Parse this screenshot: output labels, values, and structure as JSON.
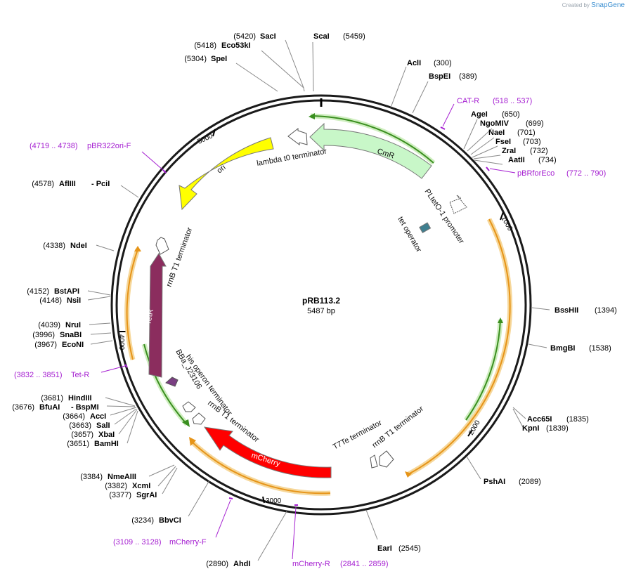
{
  "watermark": {
    "prefix": "Created by",
    "brand": "SnapGene"
  },
  "plasmid": {
    "name": "pRB113.2",
    "length": "5487 bp"
  },
  "ticks": [
    "1000",
    "2000",
    "3000",
    "4000",
    "5000"
  ],
  "sites": [
    {
      "name": "SacI",
      "pos": "(5420)"
    },
    {
      "name": "Eco53kI",
      "pos": "(5418)"
    },
    {
      "name": "SpeI",
      "pos": "(5304)"
    },
    {
      "name": "ScaI",
      "pos": "(5459)"
    },
    {
      "name": "AclI",
      "pos": "(300)"
    },
    {
      "name": "BspEI",
      "pos": "(389)"
    },
    {
      "name": "AgeI",
      "pos": "(650)"
    },
    {
      "name": "NgoMIV",
      "pos": "(699)"
    },
    {
      "name": "NaeI",
      "pos": "(701)"
    },
    {
      "name": "FseI",
      "pos": "(703)"
    },
    {
      "name": "ZraI",
      "pos": "(732)"
    },
    {
      "name": "AatII",
      "pos": "(734)"
    },
    {
      "name": "AflIII",
      "pos": "(4578)",
      "extra": "- PciI"
    },
    {
      "name": "NdeI",
      "pos": "(4338)"
    },
    {
      "name": "BstAPI",
      "pos": "(4152)"
    },
    {
      "name": "NsiI",
      "pos": "(4148)"
    },
    {
      "name": "NruI",
      "pos": "(4039)"
    },
    {
      "name": "SnaBI",
      "pos": "(3996)"
    },
    {
      "name": "EcoNI",
      "pos": "(3967)"
    },
    {
      "name": "BssHII",
      "pos": "(1394)"
    },
    {
      "name": "BmgBI",
      "pos": "(1538)"
    },
    {
      "name": "HindIII",
      "pos": "(3681)"
    },
    {
      "name": "BfuAI",
      "pos": "(3676)",
      "extra": "- BspMI"
    },
    {
      "name": "AccI",
      "pos": "(3664)"
    },
    {
      "name": "SalI",
      "pos": "(3663)"
    },
    {
      "name": "XbaI",
      "pos": "(3657)"
    },
    {
      "name": "BamHI",
      "pos": "(3651)"
    },
    {
      "name": "Acc65I",
      "pos": "(1835)"
    },
    {
      "name": "KpnI",
      "pos": "(1839)"
    },
    {
      "name": "PshAI",
      "pos": "(2089)"
    },
    {
      "name": "NmeAIII",
      "pos": "(3384)"
    },
    {
      "name": "XcmI",
      "pos": "(3382)"
    },
    {
      "name": "SgrAI",
      "pos": "(3377)"
    },
    {
      "name": "BbvCI",
      "pos": "(3234)"
    },
    {
      "name": "AhdI",
      "pos": "(2890)"
    },
    {
      "name": "EarI",
      "pos": "(2545)"
    }
  ],
  "primers": [
    {
      "name": "CAT-R",
      "range": "(518 .. 537)"
    },
    {
      "name": "pBRforEco",
      "range": "(772 .. 790)"
    },
    {
      "name": "pBR322ori-F",
      "range": "(4719 .. 4738)"
    },
    {
      "name": "Tet-R",
      "range": "(3832 .. 3851)"
    },
    {
      "name": "mCherry-F",
      "range": "(3109 .. 3128)"
    },
    {
      "name": "mCherry-R",
      "range": "(2841 .. 2859)"
    }
  ],
  "features": {
    "cmr": "CmR",
    "lambda": "lambda t0 terminator",
    "ori": "ori",
    "pltet": "PLtetO-1 promoter",
    "tetop": "tet operator",
    "rrnb1": "rrnB T1 terminator",
    "tetr": "TetR",
    "bba": "BBa_J23106",
    "hisop": "his operon terminator",
    "rrnb2": "rrnB T1 terminator",
    "mcherry": "mCherry",
    "t7te": "T7Te terminator",
    "rrnb3": "rrnB T1 terminator"
  },
  "colors": {
    "backbone": "#1a1a1a",
    "cmr": "#c8f7c8",
    "ori": "#ffff00",
    "tetr": "#8b2d5e",
    "mcherry": "#ff0000",
    "promoter_small": "#7a3f82",
    "tet_operator": "#3f7f8f",
    "orf_orange": "#e69418",
    "orf_green": "#3a8f1f",
    "primer": "#a51fd1"
  }
}
